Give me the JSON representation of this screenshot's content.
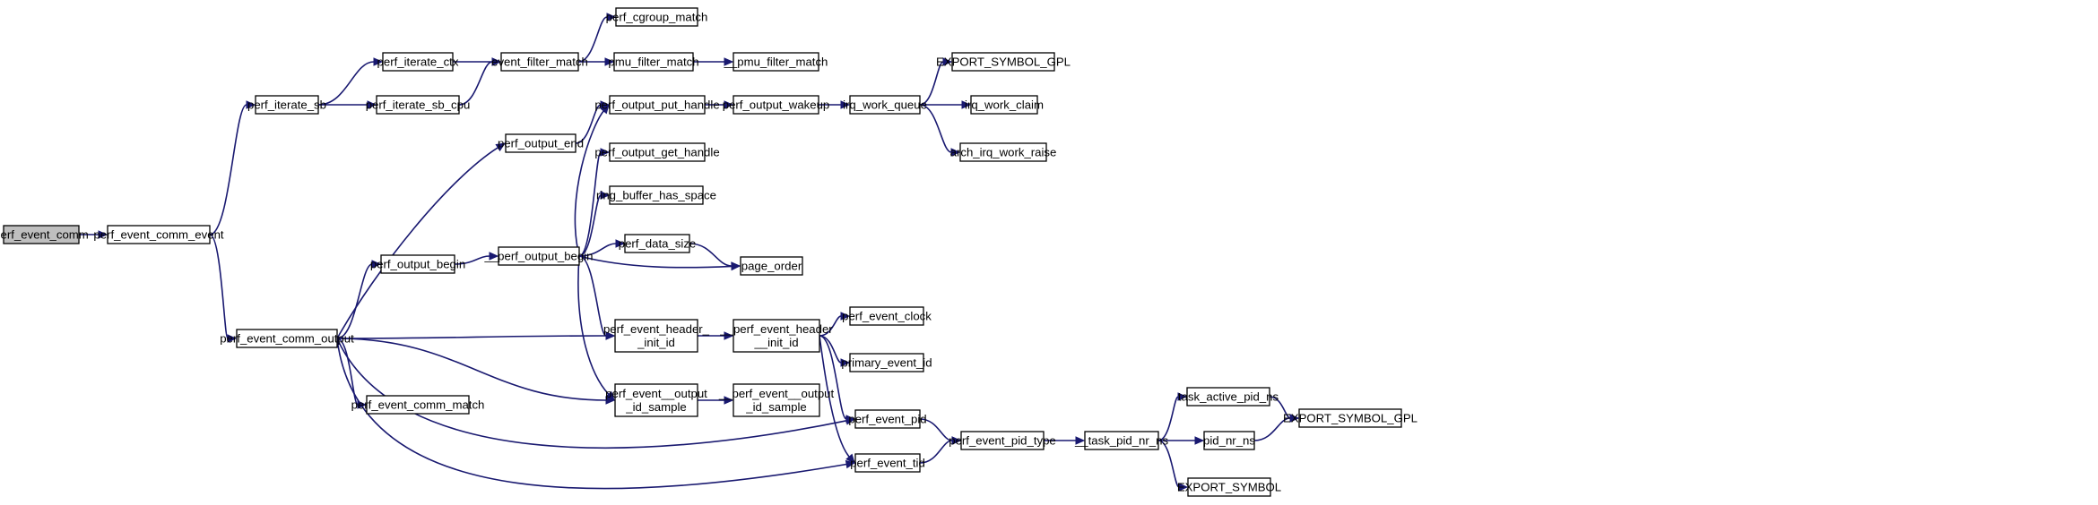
{
  "diagram": {
    "edge_color": "#191970",
    "root_fill": "#bfbfbf",
    "nodes": [
      {
        "id": "perf_event_comm",
        "lines": [
          "perf_event_comm"
        ],
        "root": true
      },
      {
        "id": "perf_event_comm_event",
        "lines": [
          "perf_event_comm_event"
        ]
      },
      {
        "id": "perf_iterate_sb",
        "lines": [
          "perf_iterate_sb"
        ]
      },
      {
        "id": "perf_event_comm_output",
        "lines": [
          "perf_event_comm_output"
        ]
      },
      {
        "id": "perf_iterate_ctx",
        "lines": [
          "perf_iterate_ctx"
        ]
      },
      {
        "id": "perf_iterate_sb_cpu",
        "lines": [
          "perf_iterate_sb_cpu"
        ]
      },
      {
        "id": "event_filter_match",
        "lines": [
          "event_filter_match"
        ]
      },
      {
        "id": "perf_cgroup_match",
        "lines": [
          "perf_cgroup_match"
        ]
      },
      {
        "id": "pmu_filter_match",
        "lines": [
          "pmu_filter_match"
        ]
      },
      {
        "id": "__pmu_filter_match",
        "lines": [
          "__pmu_filter_match"
        ]
      },
      {
        "id": "perf_output_end",
        "lines": [
          "perf_output_end"
        ]
      },
      {
        "id": "perf_output_put_handle",
        "lines": [
          "perf_output_put_handle"
        ]
      },
      {
        "id": "perf_output_wakeup",
        "lines": [
          "perf_output_wakeup"
        ]
      },
      {
        "id": "irq_work_queue",
        "lines": [
          "irq_work_queue"
        ]
      },
      {
        "id": "EXPORT_SYMBOL_GPL_1",
        "lines": [
          "EXPORT_SYMBOL_GPL"
        ]
      },
      {
        "id": "irq_work_claim",
        "lines": [
          "irq_work_claim"
        ]
      },
      {
        "id": "arch_irq_work_raise",
        "lines": [
          "arch_irq_work_raise"
        ]
      },
      {
        "id": "perf_output_get_handle",
        "lines": [
          "perf_output_get_handle"
        ]
      },
      {
        "id": "ring_buffer_has_space",
        "lines": [
          "ring_buffer_has_space"
        ]
      },
      {
        "id": "perf_output_begin",
        "lines": [
          "perf_output_begin"
        ]
      },
      {
        "id": "__perf_output_begin",
        "lines": [
          "__perf_output_begin"
        ]
      },
      {
        "id": "perf_data_size",
        "lines": [
          "perf_data_size"
        ]
      },
      {
        "id": "page_order",
        "lines": [
          "page_order"
        ]
      },
      {
        "id": "perf_event_header__init_id",
        "lines": [
          "perf_event_header_",
          "_init_id"
        ]
      },
      {
        "id": "__perf_event_header__init_id",
        "lines": [
          "__perf_event_header",
          "__init_id"
        ]
      },
      {
        "id": "perf_event_clock",
        "lines": [
          "perf_event_clock"
        ]
      },
      {
        "id": "primary_event_id",
        "lines": [
          "primary_event_id"
        ]
      },
      {
        "id": "perf_event__output_id_sample",
        "lines": [
          "perf_event__output",
          "_id_sample"
        ]
      },
      {
        "id": "__perf_event__output_id_sample",
        "lines": [
          "__perf_event__output",
          "_id_sample"
        ]
      },
      {
        "id": "perf_event_comm_match",
        "lines": [
          "perf_event_comm_match"
        ]
      },
      {
        "id": "perf_event_pid",
        "lines": [
          "perf_event_pid"
        ]
      },
      {
        "id": "perf_event_tid",
        "lines": [
          "perf_event_tid"
        ]
      },
      {
        "id": "perf_event_pid_type",
        "lines": [
          "perf_event_pid_type"
        ]
      },
      {
        "id": "__task_pid_nr_ns",
        "lines": [
          "__task_pid_nr_ns"
        ]
      },
      {
        "id": "task_active_pid_ns",
        "lines": [
          "task_active_pid_ns"
        ]
      },
      {
        "id": "pid_nr_ns",
        "lines": [
          "pid_nr_ns"
        ]
      },
      {
        "id": "EXPORT_SYMBOL_GPL_2",
        "lines": [
          "EXPORT_SYMBOL_GPL"
        ]
      },
      {
        "id": "EXPORT_SYMBOL",
        "lines": [
          "EXPORT_SYMBOL"
        ]
      }
    ],
    "edges": [
      {
        "from": "perf_event_comm",
        "to": "perf_event_comm_event"
      },
      {
        "from": "perf_event_comm_event",
        "to": "perf_iterate_sb"
      },
      {
        "from": "perf_event_comm_event",
        "to": "perf_event_comm_output"
      },
      {
        "from": "perf_iterate_sb",
        "to": "perf_iterate_ctx"
      },
      {
        "from": "perf_iterate_sb",
        "to": "perf_iterate_sb_cpu"
      },
      {
        "from": "perf_iterate_ctx",
        "to": "event_filter_match"
      },
      {
        "from": "perf_iterate_sb_cpu",
        "to": "event_filter_match"
      },
      {
        "from": "event_filter_match",
        "to": "perf_cgroup_match"
      },
      {
        "from": "event_filter_match",
        "to": "pmu_filter_match"
      },
      {
        "from": "pmu_filter_match",
        "to": "__pmu_filter_match"
      },
      {
        "from": "perf_event_comm_output",
        "to": "perf_output_end"
      },
      {
        "from": "perf_event_comm_output",
        "to": "perf_output_begin"
      },
      {
        "from": "perf_event_comm_output",
        "to": "perf_event_header__init_id"
      },
      {
        "from": "perf_event_comm_output",
        "to": "perf_event__output_id_sample"
      },
      {
        "from": "perf_event_comm_output",
        "to": "perf_event_comm_match"
      },
      {
        "from": "perf_event_comm_output",
        "to": "perf_event_pid"
      },
      {
        "from": "perf_event_comm_output",
        "to": "perf_event_tid"
      },
      {
        "from": "perf_output_end",
        "to": "perf_output_put_handle"
      },
      {
        "from": "perf_output_put_handle",
        "to": "perf_output_wakeup"
      },
      {
        "from": "perf_output_wakeup",
        "to": "irq_work_queue"
      },
      {
        "from": "irq_work_queue",
        "to": "EXPORT_SYMBOL_GPL_1"
      },
      {
        "from": "irq_work_queue",
        "to": "irq_work_claim"
      },
      {
        "from": "irq_work_queue",
        "to": "arch_irq_work_raise"
      },
      {
        "from": "perf_output_begin",
        "to": "__perf_output_begin"
      },
      {
        "from": "__perf_output_begin",
        "to": "perf_output_put_handle"
      },
      {
        "from": "__perf_output_begin",
        "to": "perf_output_get_handle"
      },
      {
        "from": "__perf_output_begin",
        "to": "ring_buffer_has_space"
      },
      {
        "from": "__perf_output_begin",
        "to": "perf_data_size"
      },
      {
        "from": "__perf_output_begin",
        "to": "page_order"
      },
      {
        "from": "__perf_output_begin",
        "to": "perf_event_header__init_id"
      },
      {
        "from": "__perf_output_begin",
        "to": "perf_event__output_id_sample"
      },
      {
        "from": "perf_data_size",
        "to": "page_order"
      },
      {
        "from": "perf_event_header__init_id",
        "to": "__perf_event_header__init_id"
      },
      {
        "from": "__perf_event_header__init_id",
        "to": "perf_event_clock"
      },
      {
        "from": "__perf_event_header__init_id",
        "to": "primary_event_id"
      },
      {
        "from": "__perf_event_header__init_id",
        "to": "perf_event_pid"
      },
      {
        "from": "__perf_event_header__init_id",
        "to": "perf_event_tid"
      },
      {
        "from": "perf_event__output_id_sample",
        "to": "__perf_event__output_id_sample"
      },
      {
        "from": "perf_event_pid",
        "to": "perf_event_pid_type"
      },
      {
        "from": "perf_event_tid",
        "to": "perf_event_pid_type"
      },
      {
        "from": "perf_event_pid_type",
        "to": "__task_pid_nr_ns"
      },
      {
        "from": "__task_pid_nr_ns",
        "to": "task_active_pid_ns"
      },
      {
        "from": "__task_pid_nr_ns",
        "to": "pid_nr_ns"
      },
      {
        "from": "__task_pid_nr_ns",
        "to": "EXPORT_SYMBOL"
      },
      {
        "from": "task_active_pid_ns",
        "to": "EXPORT_SYMBOL_GPL_2"
      },
      {
        "from": "pid_nr_ns",
        "to": "EXPORT_SYMBOL_GPL_2"
      }
    ]
  }
}
